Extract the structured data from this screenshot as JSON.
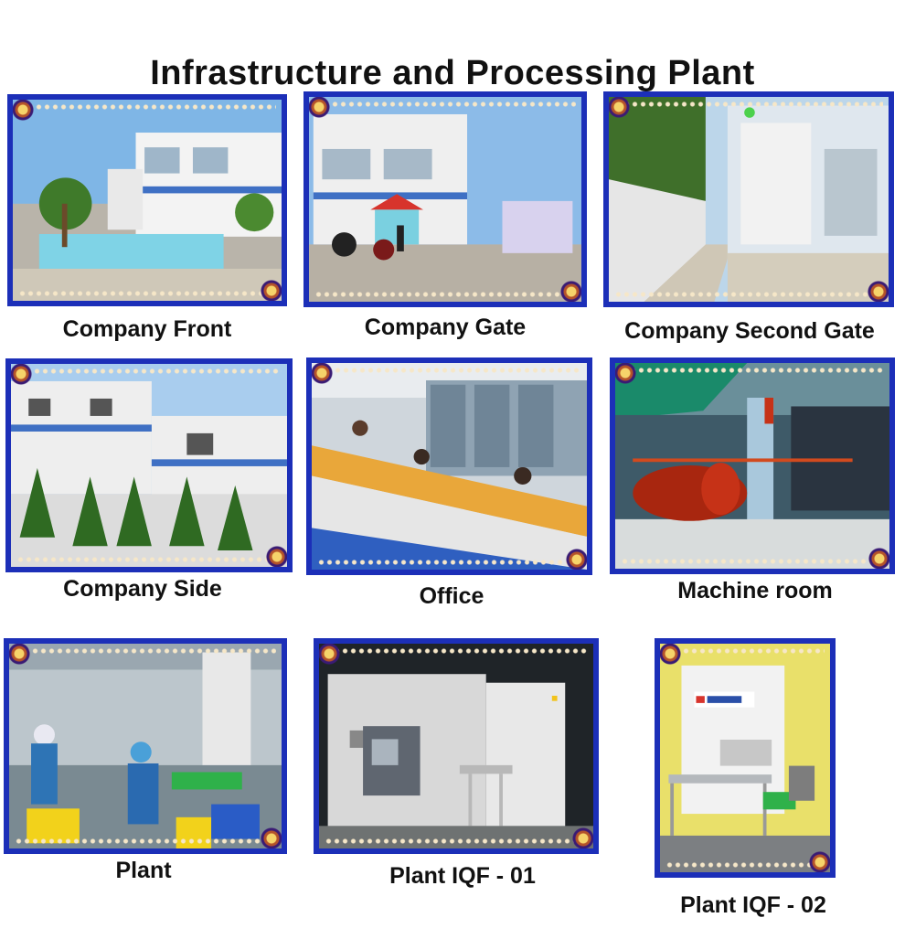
{
  "page": {
    "title": "Infrastructure and Processing Plant"
  },
  "photos": [
    {
      "caption": "Company Front"
    },
    {
      "caption": "Company Gate"
    },
    {
      "caption": "Company Second Gate"
    },
    {
      "caption": "Company Side"
    },
    {
      "caption": "Office"
    },
    {
      "caption": "Machine room"
    },
    {
      "caption": "Plant"
    },
    {
      "caption": "Plant IQF - 01"
    },
    {
      "caption": "Plant IQF - 02"
    }
  ],
  "colors": {
    "frame": "#1c2fb8",
    "frame_accent": "#e7c86a",
    "caption_text": "#111111"
  }
}
